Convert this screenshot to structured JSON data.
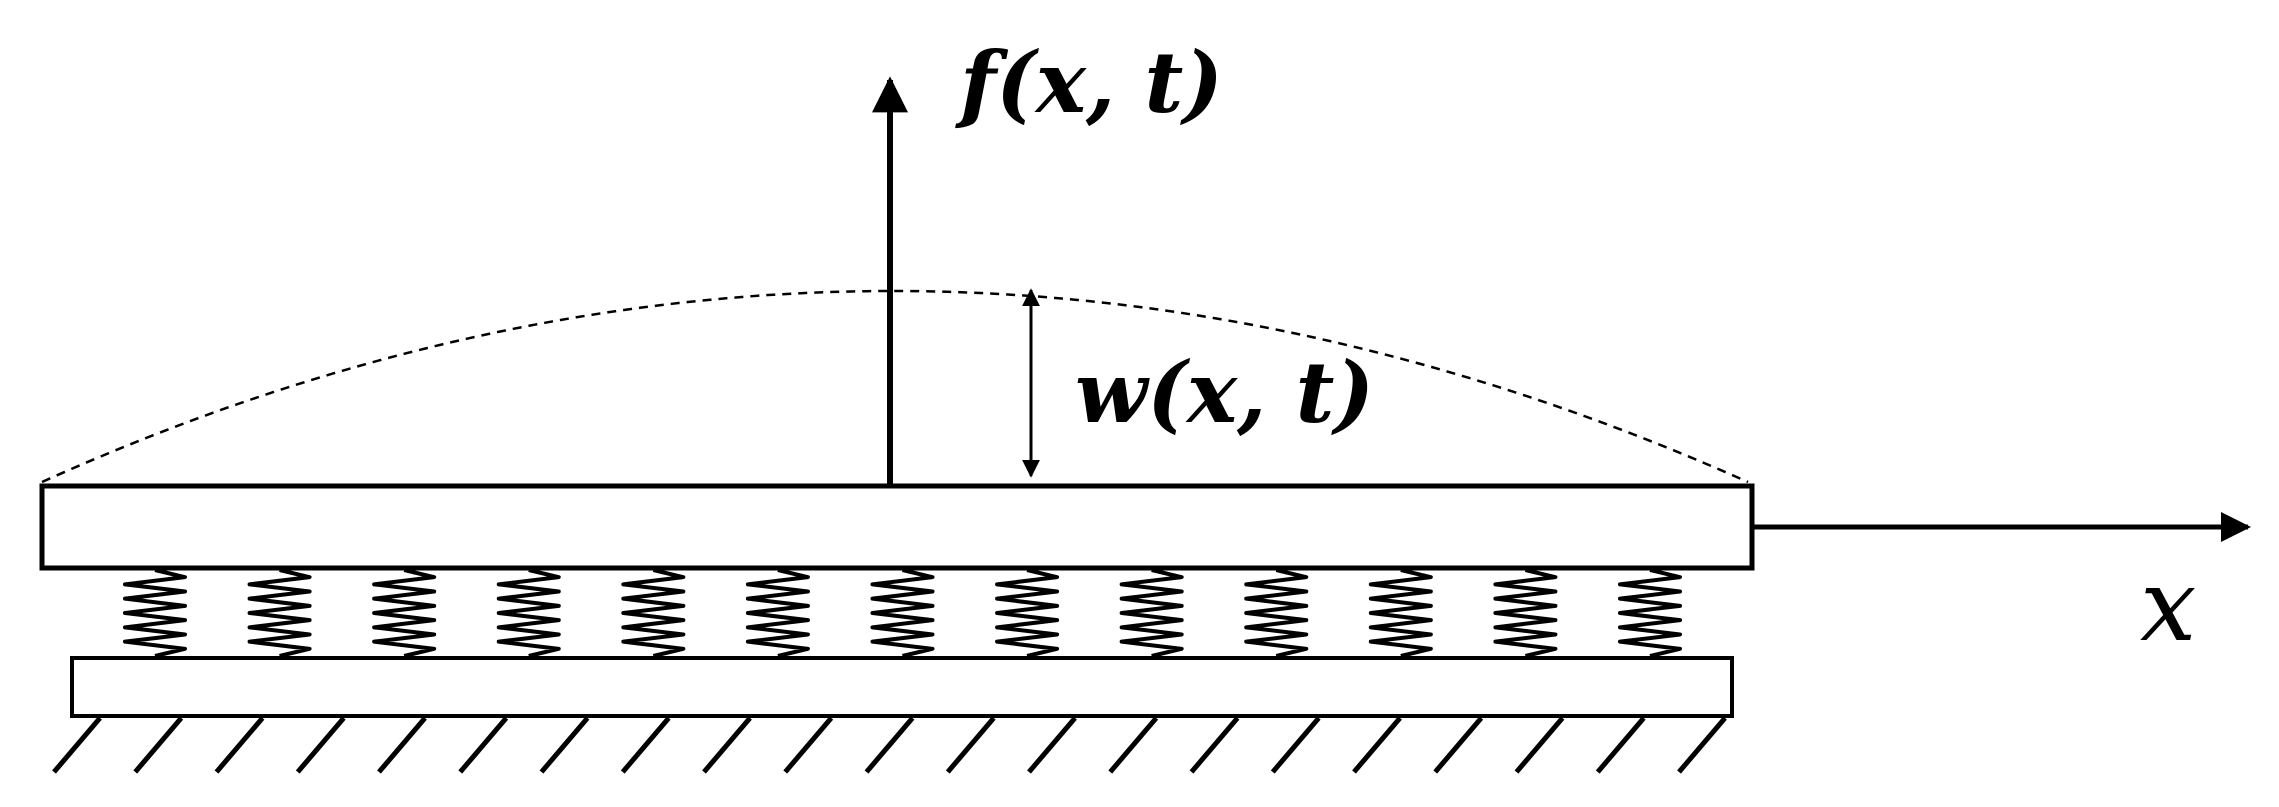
{
  "labels": {
    "force": "f(x, t)",
    "deflection": "w(x, t)",
    "axis": "x"
  },
  "colors": {
    "ink": "#000000",
    "fill": "#ffffff"
  },
  "springs": {
    "count": 13
  },
  "ground_hatches": {
    "count": 21
  }
}
